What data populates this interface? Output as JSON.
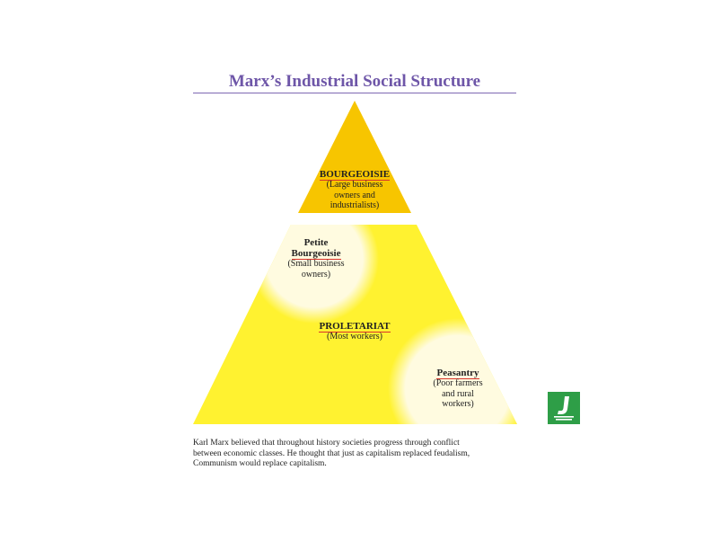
{
  "title": "Marx’s Industrial Social Structure",
  "levels": {
    "bourgeoisie": {
      "name": "BOURGEOISIE",
      "description_lines": [
        "(Large business",
        "owners and",
        "industrialists)"
      ]
    },
    "petite_bourgeoisie": {
      "name_lines": [
        "Petite",
        "Bourgeoisie"
      ],
      "description_lines": [
        "(Small business",
        "owners)"
      ]
    },
    "proletariat": {
      "name": "PROLETARIAT",
      "description_lines": [
        "(Most workers)"
      ]
    },
    "peasantry": {
      "name": "Peasantry",
      "description_lines": [
        "(Poor farmers",
        "and rural",
        "workers)"
      ]
    }
  },
  "caption_lines": [
    "Karl Marx believed that throughout history societies progress through conflict",
    "between economic classes. He thought that just as capitalism replaced feudalism,",
    "Communism would replace capitalism."
  ],
  "colors": {
    "title": "#6e56a8",
    "top_triangle": "#f7c500",
    "bottom_trapezoid": "#fff230",
    "highlight": "#fffbe0",
    "underline": "#d9342b",
    "logo": "#2e9e47"
  },
  "logo": {
    "icon": "publisher-logo-icon"
  }
}
